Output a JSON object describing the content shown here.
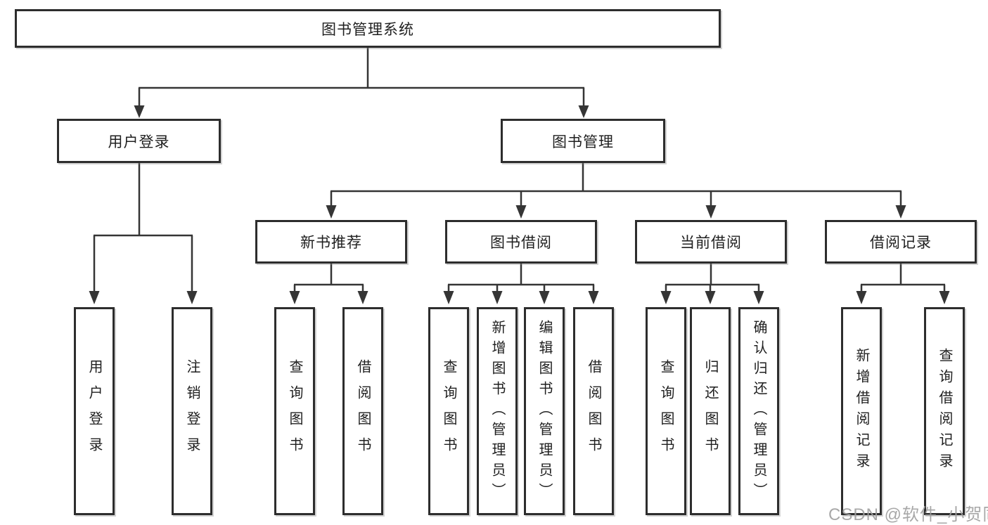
{
  "tree": {
    "root": {
      "label": "图书管理系统"
    },
    "level2": [
      {
        "label": "用户登录",
        "leaves": [
          {
            "label": "用户登录"
          },
          {
            "label": "注销登录"
          }
        ]
      },
      {
        "label": "图书管理",
        "children": [
          {
            "label": "新书推荐",
            "leaves": [
              {
                "label": "查询图书"
              },
              {
                "label": "借阅图书"
              }
            ]
          },
          {
            "label": "图书借阅",
            "leaves": [
              {
                "label": "查询图书"
              },
              {
                "label": "新增图书（管理员）"
              },
              {
                "label": "编辑图书（管理员）"
              },
              {
                "label": "借阅图书"
              }
            ]
          },
          {
            "label": "当前借阅",
            "leaves": [
              {
                "label": "查询图书"
              },
              {
                "label": "归还图书"
              },
              {
                "label": "确认归还（管理员）"
              }
            ]
          },
          {
            "label": "借阅记录",
            "leaves": [
              {
                "label": "新增借阅记录"
              },
              {
                "label": "查询借阅记录"
              }
            ]
          }
        ]
      }
    ]
  },
  "watermark": {
    "text": "CSDN @软件_小贺同学"
  },
  "colors": {
    "line": "#353535",
    "box_border": "#2d2d2d",
    "box_fill": "#ffffff",
    "text": "#1f1f1f",
    "watermark": "#9e9e9e",
    "background": "#ffffff"
  }
}
